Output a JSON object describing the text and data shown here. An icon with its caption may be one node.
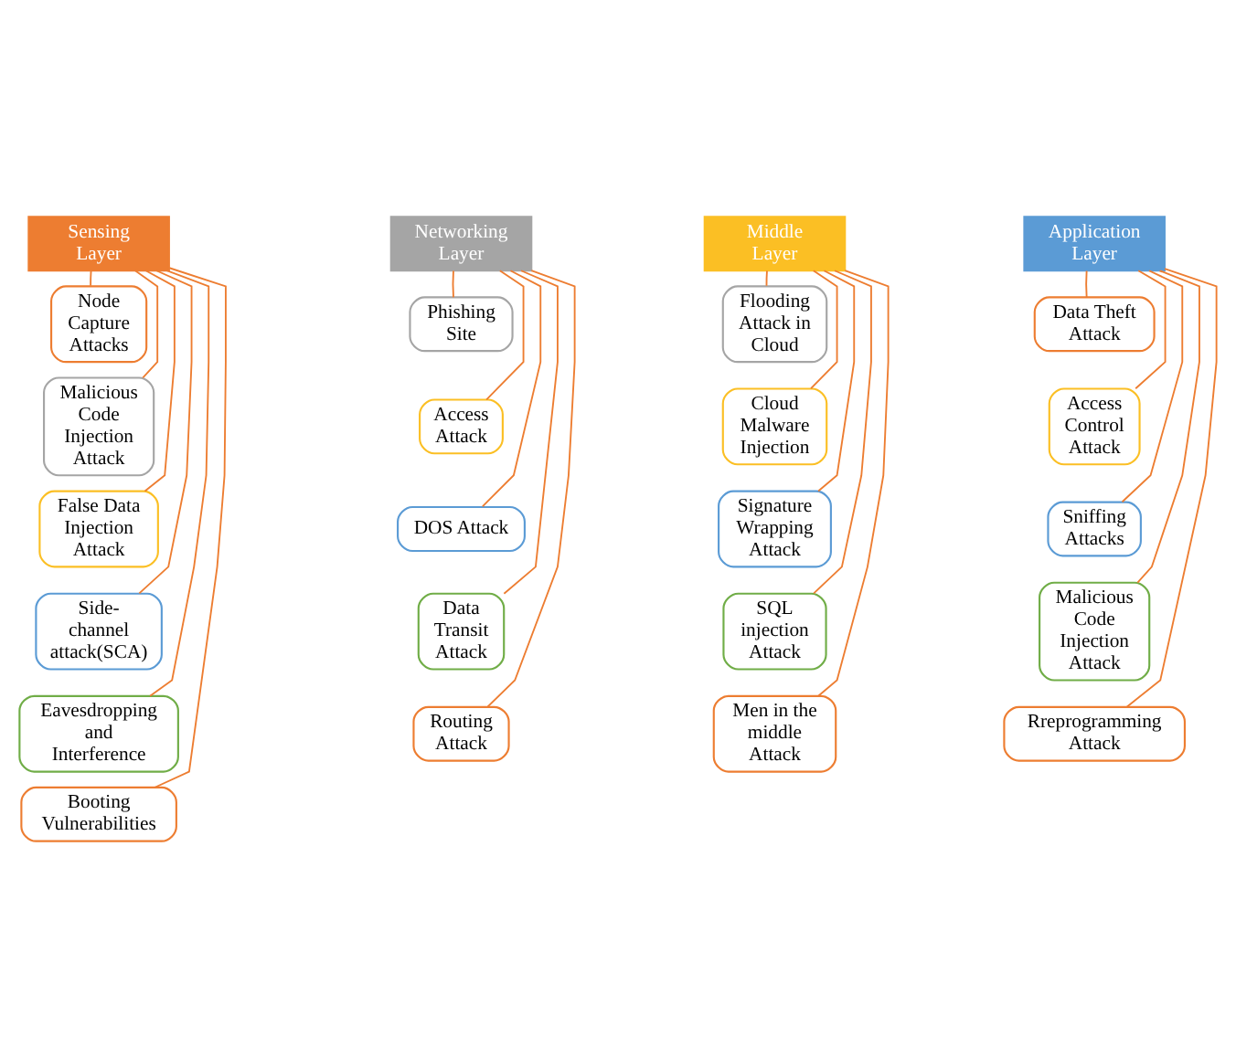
{
  "diagram": {
    "nodes": [
      {
        "text": [
          "Sensing Layer"
        ]
      },
      {
        "text": [
          "Node Capture Attacks"
        ]
      },
      {
        "text": [
          "Malicious Code Injection Attack"
        ]
      },
      {
        "text": [
          "False Data Injection Attack"
        ]
      },
      {
        "text": [
          "Side-channel attack(SCA)"
        ]
      },
      {
        "text": [
          "Eavesdropping and Interference"
        ]
      },
      {
        "text": [
          "Booting Vulnerabilities"
        ]
      },
      {
        "text": [
          "Networking Layer"
        ]
      },
      {
        "text": [
          "Phishing Site"
        ]
      },
      {
        "text": [
          "Access Attack"
        ]
      },
      {
        "text": [
          "DOS Attack"
        ]
      },
      {
        "text": [
          "Data Transit Attack"
        ]
      },
      {
        "text": [
          "Routing Attack"
        ]
      },
      {
        "text": [
          "Middle Layer"
        ]
      },
      {
        "text": [
          "Flooding Attack in Cloud"
        ]
      },
      {
        "text": [
          "Cloud Malware Injection"
        ]
      },
      {
        "text": [
          "Signature Wrapping Attack"
        ]
      },
      {
        "text": [
          "SQL injection Attack"
        ]
      },
      {
        "text": [
          "Men in the middle Attack"
        ]
      },
      {
        "text": [
          "Application Layer"
        ]
      },
      {
        "text": [
          "Data Theft Attack"
        ]
      },
      {
        "text": [
          "Access Control Attack"
        ]
      },
      {
        "text": [
          "Sniffing Attacks"
        ]
      },
      {
        "text": [
          "Malicious Code Injection Attack"
        ]
      },
      {
        "text": [
          "Rreprogramming Attack"
        ]
      }
    ],
    "edges": [
      {
        "from": 0,
        "to": 1,
        "arrow": "none"
      },
      {
        "from": 0,
        "to": 2,
        "arrow": "none"
      },
      {
        "from": 0,
        "to": 3,
        "arrow": "none"
      },
      {
        "from": 0,
        "to": 4,
        "arrow": "none"
      },
      {
        "from": 0,
        "to": 5,
        "arrow": "none"
      },
      {
        "from": 0,
        "to": 6,
        "arrow": "none"
      },
      {
        "from": 7,
        "to": 8,
        "arrow": "none"
      },
      {
        "from": 7,
        "to": 9,
        "arrow": "none"
      },
      {
        "from": 7,
        "to": 10,
        "arrow": "none"
      },
      {
        "from": 7,
        "to": 11,
        "arrow": "none"
      },
      {
        "from": 7,
        "to": 12,
        "arrow": "none"
      },
      {
        "from": 13,
        "to": 14,
        "arrow": "none"
      },
      {
        "from": 13,
        "to": 15,
        "arrow": "none"
      },
      {
        "from": 13,
        "to": 16,
        "arrow": "none"
      },
      {
        "from": 13,
        "to": 17,
        "arrow": "none"
      },
      {
        "from": 13,
        "to": 18,
        "arrow": "none"
      },
      {
        "from": 19,
        "to": 20,
        "arrow": "none"
      },
      {
        "from": 19,
        "to": 21,
        "arrow": "none"
      },
      {
        "from": 19,
        "to": 22,
        "arrow": "none"
      },
      {
        "from": 19,
        "to": 23,
        "arrow": "none"
      },
      {
        "from": 19,
        "to": 24,
        "arrow": "none"
      }
    ]
  }
}
